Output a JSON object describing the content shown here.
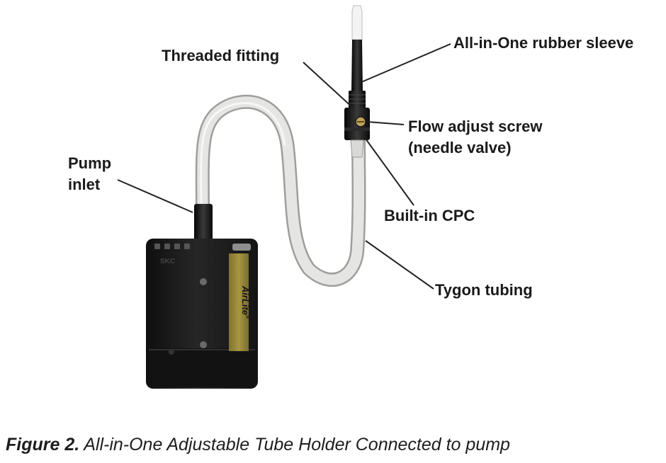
{
  "labels": {
    "rubber_sleeve": "All-in-One rubber sleeve",
    "threaded_fitting": "Threaded fitting",
    "flow_adjust_line1": "Flow adjust screw",
    "flow_adjust_line2": "(needle valve)",
    "pump_inlet_line1": "Pump",
    "pump_inlet_line2": "inlet",
    "built_in_cpc": "Built-in CPC",
    "tygon_tubing": "Tygon tubing"
  },
  "pump": {
    "brand": "SKC",
    "model": "AirLite",
    "registered_mark": "®"
  },
  "caption": {
    "number": "Figure 2.",
    "text": "All-in-One Adjustable Tube Holder Connected to pump"
  },
  "colors": {
    "pump_body": "#1c1c1c",
    "label_panel": "#9a8a3c",
    "tubing": "#e4e4e2",
    "tubing_edge": "#a8a8a6",
    "leader_line": "#222222"
  }
}
